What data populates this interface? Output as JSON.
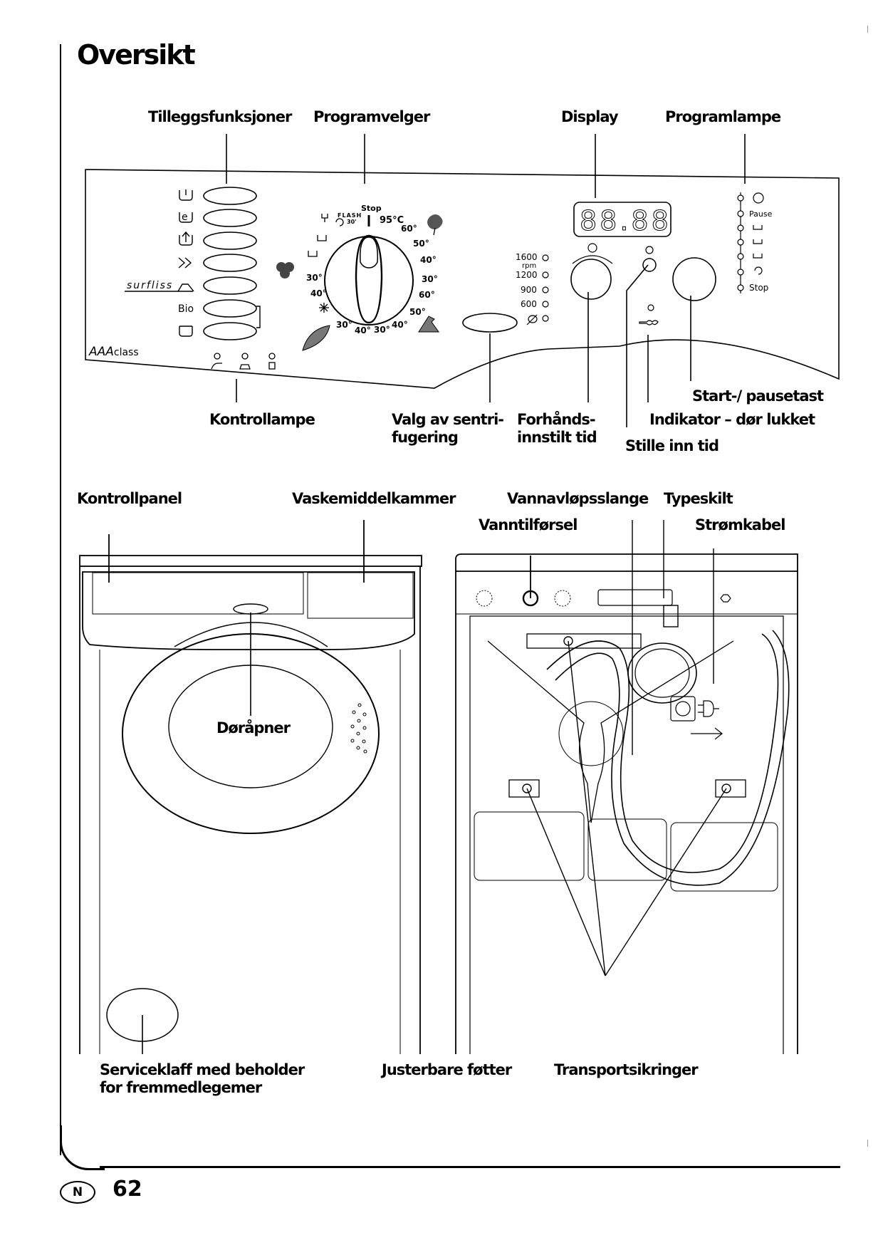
{
  "page": {
    "title": "Oversikt",
    "language_badge": "N",
    "page_number": "62"
  },
  "control_panel_callouts": {
    "additional_functions": "Tilleggsfunksjoner",
    "program_selector": "Programvelger",
    "display": "Display",
    "program_lamp": "Programlampe",
    "control_lamp": "Kontrollampe",
    "spin_selection": "Valg av sentri-\nfugering",
    "delay_time": "Forhånds-\ninnstilt tid",
    "set_time": "Stille inn tid",
    "start_pause": "Start-/ pausetast",
    "door_closed_indicator": "Indikator – dør lukket"
  },
  "panel": {
    "option_buttons": [
      {
        "icon": "prewash-icon",
        "label": ""
      },
      {
        "icon": "eco-icon",
        "label": "e"
      },
      {
        "icon": "extra-rinse-icon",
        "label": ""
      },
      {
        "icon": "quick-icon",
        "label": ">>"
      },
      {
        "icon": "easy-iron-icon",
        "label": "surfliss"
      },
      {
        "icon": "bio-icon",
        "label": "Bio"
      },
      {
        "icon": "main-wash-icon",
        "label": ""
      }
    ],
    "energy_class": "AAA",
    "energy_class_suffix": "class",
    "dial": {
      "top": "Stop",
      "flash": "FLASH",
      "flash_temp": "30'",
      "max_temp": "95°C",
      "right_temps": [
        "60°",
        "50°",
        "40°",
        "30°",
        "60°",
        "50°",
        "40°"
      ],
      "bottom_temps": [
        "30°",
        "40°",
        "30°"
      ],
      "left_temps": [
        "30°",
        "40°"
      ]
    },
    "spin_speeds": [
      "1600",
      "1200",
      "900",
      "600"
    ],
    "spin_unit": "rpm",
    "display_digits": "88.88",
    "program_lamps": [
      "delay",
      "Pause",
      "prewash",
      "main-wash",
      "rinse",
      "spin",
      "Stop"
    ],
    "program_lamp_labels": {
      "pause": "Pause",
      "stop": "Stop"
    }
  },
  "front_view_callouts": {
    "control_panel": "Kontrollpanel",
    "detergent_drawer": "Vaskemiddelkammer",
    "door_opener": "Døråpner",
    "service_flap": "Serviceklaff med beholder\nfor fremmedlegemer",
    "adjustable_feet": "Justerbare føtter"
  },
  "back_view_callouts": {
    "water_drain_hose": "Vannavløpsslange",
    "rating_plate": "Typeskilt",
    "water_inlet": "Vanntilførsel",
    "power_cable": "Strømkabel",
    "transport_bolts": "Transportsikringer"
  }
}
